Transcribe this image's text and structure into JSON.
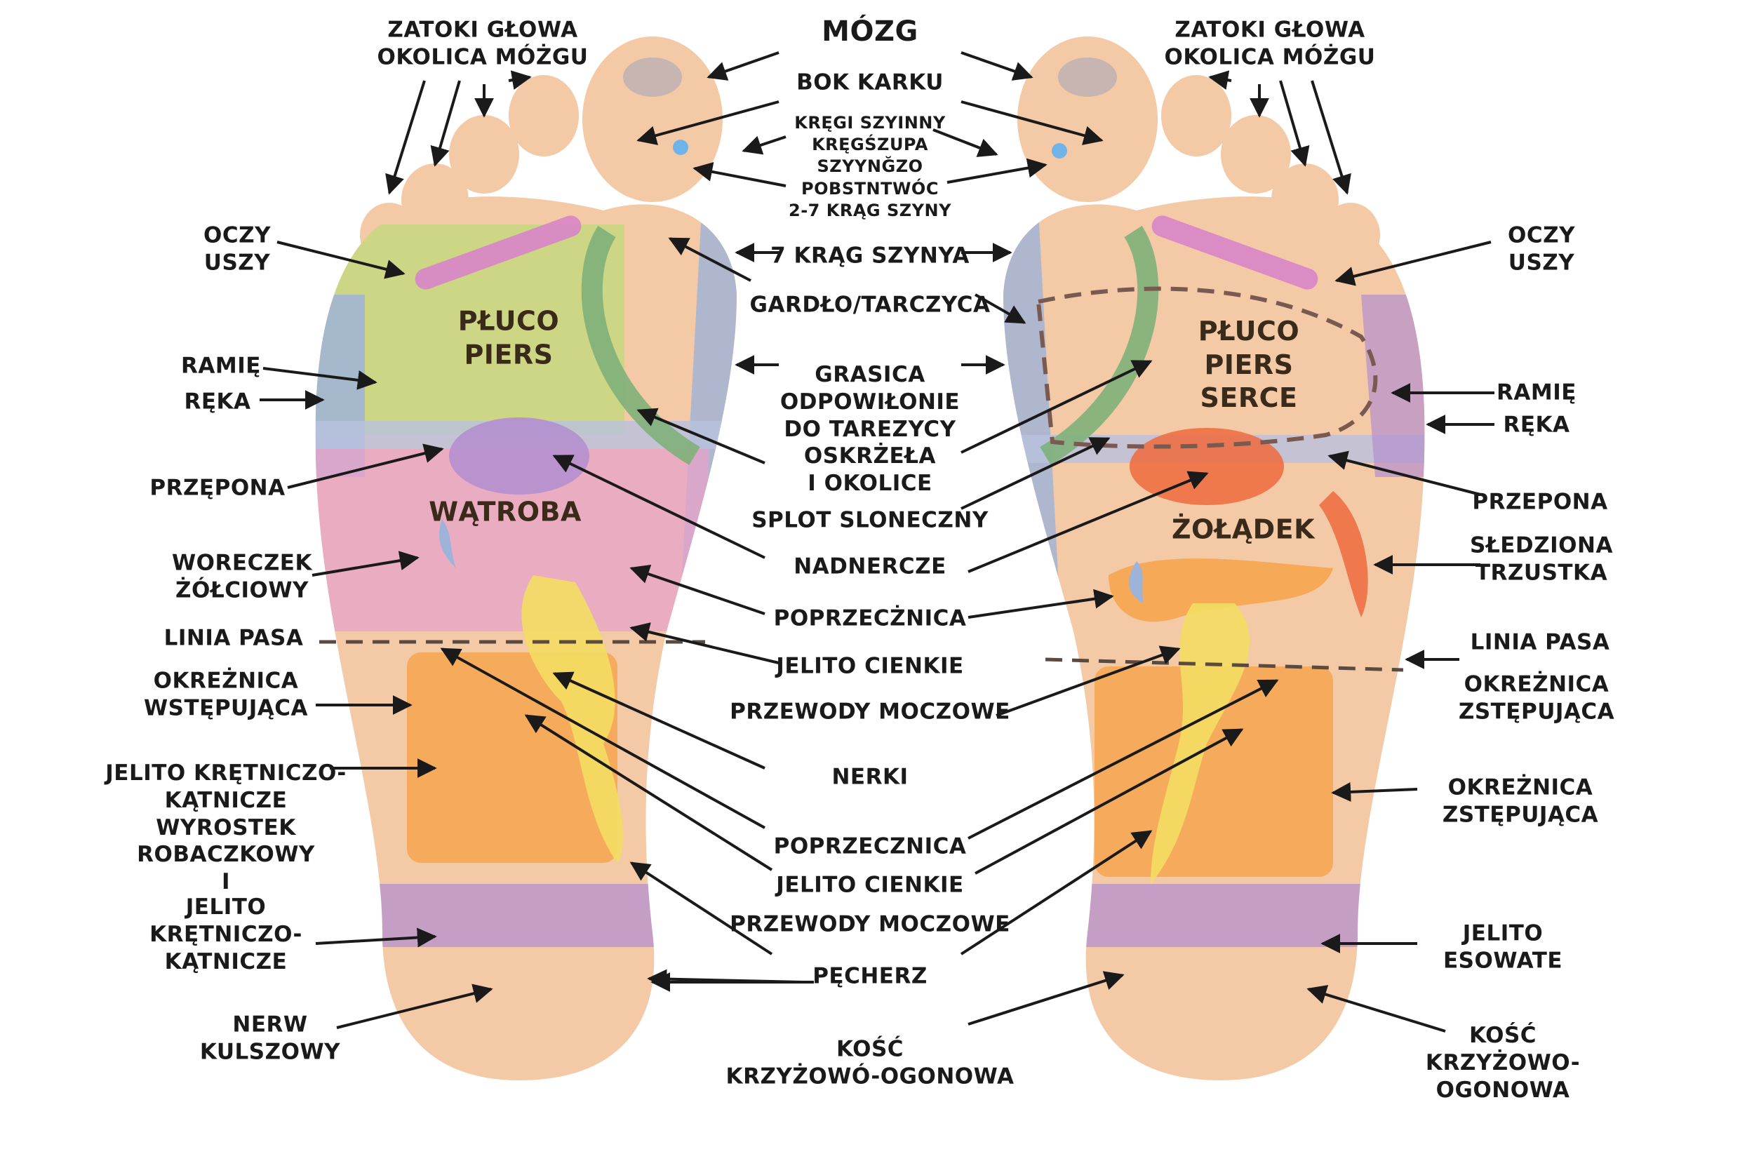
{
  "colors": {
    "skin": "#f3c9a6",
    "blue": "#9eb3d8",
    "purple": "#b48fcf",
    "pink": "#e7a2c8",
    "lime": "#c8d782",
    "green": "#7fb07a",
    "orange": "#f6a54f",
    "yellow": "#f4dd63",
    "red": "#ef6a3d",
    "text": "#1a1a1a"
  },
  "labels": {
    "mozg": "MÓZG",
    "bok_karku": "BOK KARKU",
    "kregi": "KRĘGI SZYINNY\nKRĘGŚZUPA\nSZYYNĞZO\nPOBSTNTWÓC\n2-7 KRĄG SZYNY",
    "krag7": "7 KRĄG SZYNYA",
    "gardlo": "GARDŁO/TARCZYCA",
    "grasica": "GRASICA\nODPOWIŁONIE\nDO TAREZYCY\nOSKRŻEŁA\nI OKOLICE",
    "splot": "SPLOT SLONECZNY",
    "nadnercze": "NADNERCZE",
    "poprzecznica1": "POPRZECŻNICA",
    "jelito_cienkie1": "JELITO CIENKIE",
    "przewody1": "PRZEWODY MOCZOWE",
    "nerki": "NERKI",
    "poprzecznica2": "POPRZECZNICA",
    "jelito_cienkie2": "JELITO CIENKIE",
    "przewody2": "PRZEWODY MOCZOWE",
    "pecherz": "PĘCHERZ",
    "kosc_center": "KOŚĆ\nKRZYŻOWÓ-OGONOWA",
    "zatoki_l": "ZATOKI GŁOWA\nOKOLICA MÓŻGU",
    "oczy_l": "OCZY\nUSZY",
    "ramie_l": "RAMIĘ",
    "reka_l": "RĘKA",
    "przepona_l": "PRZĘPONA",
    "woreczek": "WORECZEK\nŻÓŁCIOWY",
    "linia_pasa_l": "LINIA PASA",
    "okreznica_wst": "OKREŻNICA\nWSTĘPUJĄCA",
    "jelito_kret": "JELITO KRĘTNICZO-\nKĄTNICZE\nWYROSTEK\nROBACZKOWY\nI",
    "jelito_kret2": "JELITO\nKRĘTNICZO-\nKĄTNICZE",
    "nerw": "NERW\nKULSZOWY",
    "pluco_l": "PŁUCO\nPIERS",
    "watroba": "WĄTROBA",
    "zatoki_r": "ZATOKI GŁOWA\nOKOLICA MÓŻGU",
    "oczy_r": "OCZY\nUSZY",
    "ramie_r": "RAMIĘ",
    "reka_r": "RĘKA",
    "przepona_r": "PRZEPONA",
    "sledziona": "SŁEDZIONA\nTRZUSTKA",
    "linia_pasa_r": "LINIA PASA",
    "okreznica_zst1": "OKREŻNICA\nZSTĘPUJĄCA",
    "okreznica_zst2": "OKREŻNICA\nZSTĘPUJĄCA",
    "jelito_esowate": "JELITO\nESOWATE",
    "kosc_r": "KOŚĆ\nKRZYŻOWO-\nOGONOWA",
    "pluco_r": "PŁUCO\nPIERS\nSERCE",
    "zoladek": "ŻOŁĄDEK"
  }
}
